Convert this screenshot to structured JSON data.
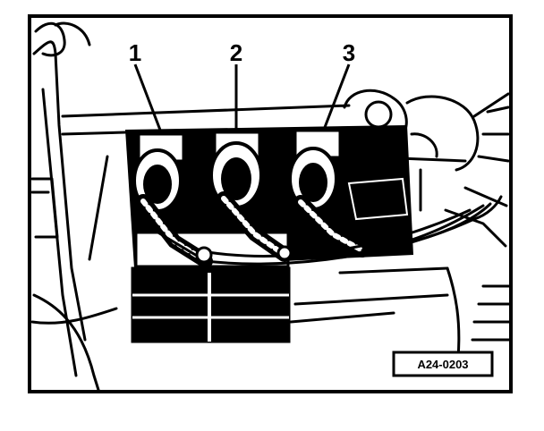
{
  "figure": {
    "callouts": [
      {
        "label": "1"
      },
      {
        "label": "2"
      },
      {
        "label": "3"
      }
    ],
    "reference_code": "A24-0203"
  },
  "colors": {
    "ink": "#000000",
    "paper": "#ffffff"
  }
}
